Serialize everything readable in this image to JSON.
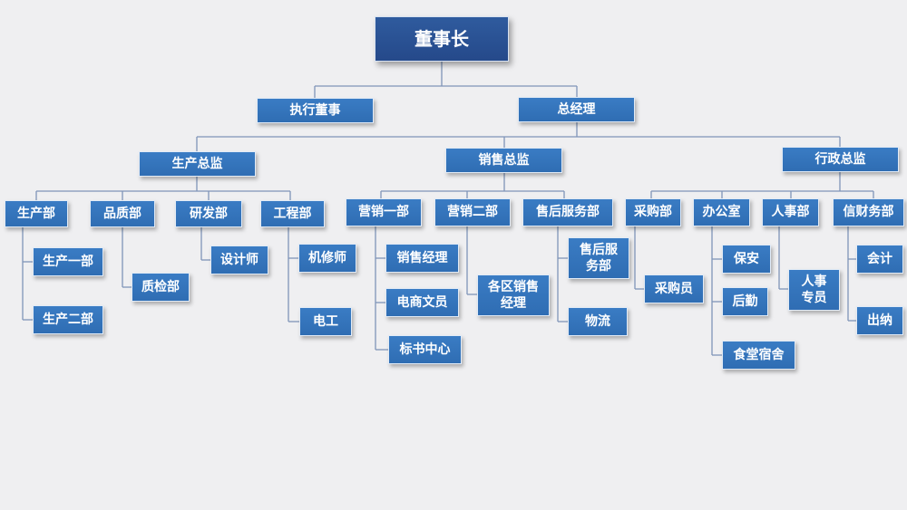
{
  "org": {
    "chairman": "董事长",
    "exec_director": "执行董事",
    "gm": "总经理",
    "production_director": "生产总监",
    "sales_director": "销售总监",
    "admin_director": "行政总监",
    "production_dept": "生产部",
    "production_1": "生产一部",
    "production_2": "生产二部",
    "quality_dept": "品质部",
    "qc_dept": "质检部",
    "rnd_dept": "研发部",
    "designer": "设计师",
    "engineering_dept": "工程部",
    "mechanic": "机修师",
    "electrician": "电工",
    "marketing_1": "营销一部",
    "sales_manager": "销售经理",
    "ecommerce_clerk": "电商文员",
    "bidding_center": "标书中心",
    "marketing_2": "营销二部",
    "regional_sales_manager": "各区销售\n经理",
    "after_sales_dept": "售后服务部",
    "after_sales_sub": "售后服\n务部",
    "logistics": "物流",
    "purchasing_dept": "采购部",
    "buyer": "采购员",
    "office": "办公室",
    "security": "保安",
    "logistics_support": "后勤",
    "canteen_dorm": "食堂宿舍",
    "hr_dept": "人事部",
    "hr_specialist": "人事\n专员",
    "finance_dept": "信财务部",
    "accounting": "会计",
    "cashier": "出纳"
  },
  "colors": {
    "box": "#2f6db3",
    "top_box": "#25498a",
    "connector": "#7f95b8",
    "background": "#efeff1"
  }
}
